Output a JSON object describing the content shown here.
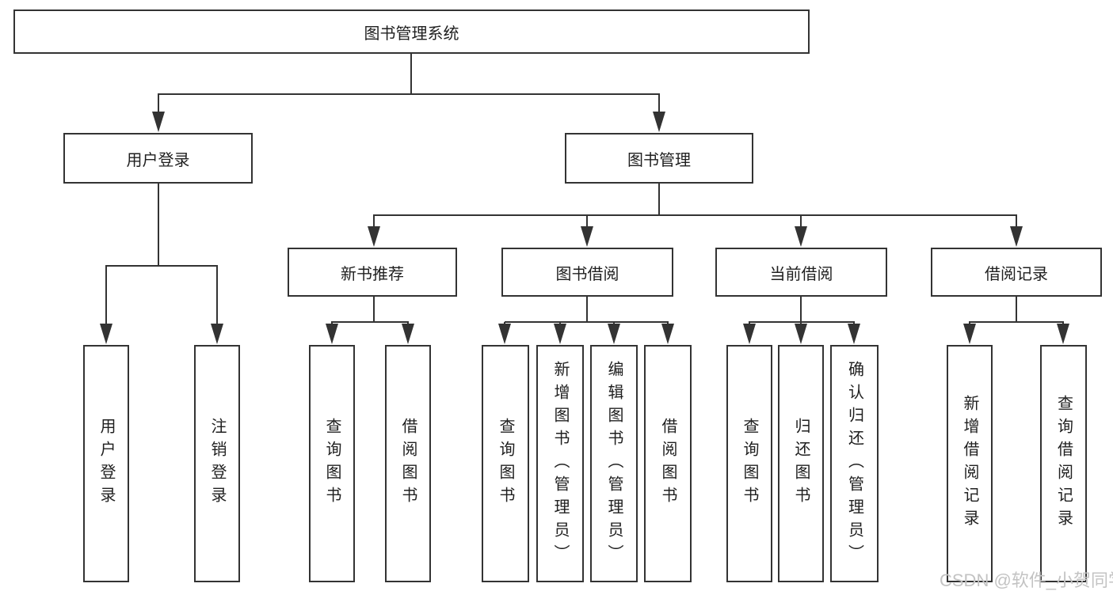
{
  "tree": {
    "root": {
      "label": "图书管理系统"
    },
    "branches": [
      {
        "label": "用户登录",
        "children": [
          "用户登录",
          "注销登录"
        ]
      },
      {
        "label": "图书管理",
        "children": [
          {
            "label": "新书推荐",
            "children": [
              "查询图书",
              "借阅图书"
            ]
          },
          {
            "label": "图书借阅",
            "children": [
              "查询图书",
              "新增图书（管理员）",
              "编辑图书（管理员）",
              "借阅图书"
            ]
          },
          {
            "label": "当前借阅",
            "children": [
              "查询图书",
              "归还图书",
              "确认归还（管理员）"
            ]
          },
          {
            "label": "借阅记录",
            "children": [
              "新增借阅记录",
              "查询借阅记录"
            ]
          }
        ]
      }
    ]
  },
  "watermark": "CSDN @软件_小贺同学",
  "colors": {
    "line": "#333333",
    "box_border": "#333333",
    "text": "#1f1f1f",
    "watermark": "#c3c3c3",
    "background": "#ffffff"
  }
}
